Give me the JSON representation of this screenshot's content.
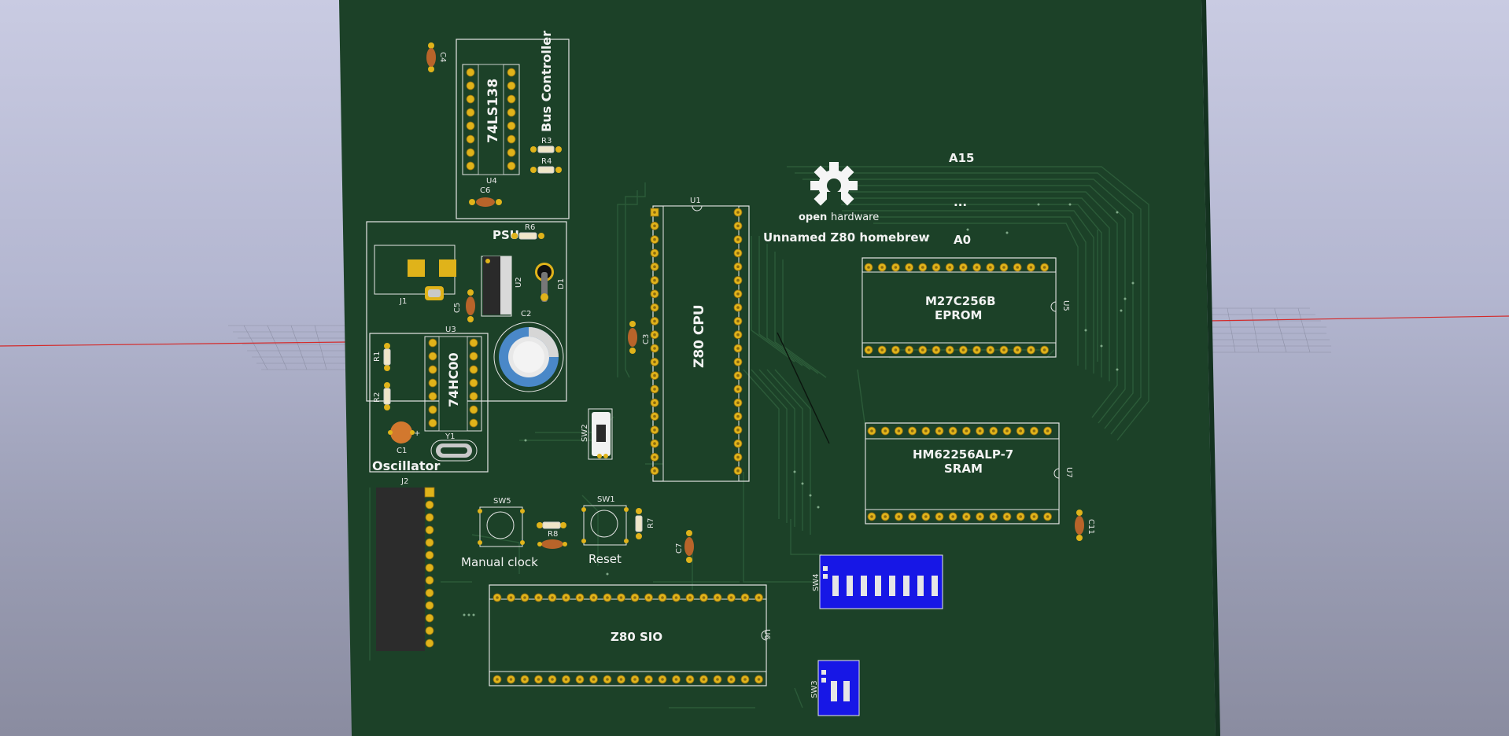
{
  "board": {
    "logo_text_left": "open",
    "logo_text_right": "hardware",
    "title": "Unnamed Z80 homebrew",
    "bus_labels": {
      "top": "A15",
      "middle": "...",
      "bottom": "A0"
    }
  },
  "colors": {
    "background_top": "#c9cbe2",
    "background_bottom": "#8a8ca0",
    "pcb": "#1c4128",
    "copper_pad": "#e0b31a",
    "silkscreen": "#f2f2f2",
    "dip_switch": "#1717e6",
    "axis_x": "#d42a2a"
  },
  "components": {
    "cpu": {
      "value": "Z80 CPU",
      "ref": "U1"
    },
    "eprom": {
      "value_line1": "M27C256B",
      "value_line2": "EPROM",
      "ref": "U5"
    },
    "sram": {
      "value_line1": "HM62256ALP-7",
      "value_line2": "SRAM",
      "ref": "U7"
    },
    "sio": {
      "value": "Z80 SIO",
      "ref": "U6"
    },
    "decoder": {
      "value": "74LS138",
      "ref": "U4",
      "section": "Bus Controller"
    },
    "nand": {
      "value": "74HC00",
      "ref": "U3",
      "section": "Oscillator"
    },
    "psu": {
      "section": "PSU",
      "regulator_ref": "U2",
      "diode_ref": "D1",
      "jack_ref": "J1",
      "cap_ref": "C2"
    },
    "header": {
      "ref": "J2"
    },
    "crystal": {
      "ref": "Y1"
    },
    "switches": {
      "sw1": {
        "ref": "SW1",
        "label": "Reset"
      },
      "sw5": {
        "ref": "SW5",
        "label": "Manual clock"
      },
      "sw2": {
        "ref": "SW2"
      },
      "sw3": {
        "ref": "SW3"
      },
      "sw4": {
        "ref": "SW4"
      }
    },
    "capacitors": [
      "C1",
      "C3",
      "C4",
      "C5",
      "C6",
      "C7",
      "C11"
    ],
    "resistors": [
      "R1",
      "R2",
      "R3",
      "R4",
      "R6",
      "R7",
      "R8"
    ]
  }
}
